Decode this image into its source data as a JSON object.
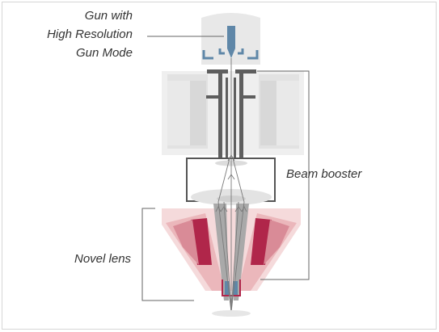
{
  "labels": {
    "gun": [
      "Gun with",
      "High Resolution",
      "Gun Mode"
    ],
    "beam_booster": "Beam booster",
    "novel_lens": "Novel lens"
  },
  "colors": {
    "light_gray": "#e6e6e6",
    "mid_gray": "#d0d0d0",
    "column_gray": "#5e5e5e",
    "gun_blue": "#5f87a8",
    "lens_pink_light": "#f2d0d2",
    "lens_pink_mid": "#e09aa3",
    "lens_crimson": "#b0264a",
    "leader_line": "#666666"
  }
}
